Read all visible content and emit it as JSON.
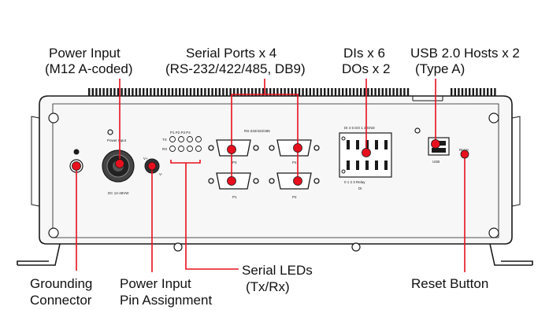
{
  "callouts": {
    "power_input": [
      "Power Input",
      "(M12 A-coded)"
    ],
    "serial_ports": [
      "Serial Ports x 4",
      "(RS-232/422/485, DB9)"
    ],
    "dio": [
      "DIs x 6",
      "DOs x 2"
    ],
    "usb": [
      "USB 2.0 Hosts x 2",
      "(Type A)"
    ],
    "grounding": [
      "Grounding",
      "Connector"
    ],
    "power_pins": [
      "Power Input",
      "Pin Assignment"
    ],
    "serial_leds": [
      "Serial LEDs",
      "(Tx/Rx)"
    ],
    "reset": [
      "Reset Button"
    ]
  },
  "panel_labels": {
    "power_input": "Power Input",
    "power_spec": "DC 12-48VW",
    "serial_header": "RS-232/422/485",
    "led_cols": "P1 P2 P3 P4",
    "led_tx": "TX",
    "led_rx": "RX",
    "port_p1": "P1",
    "port_p2": "P2",
    "port_p3": "P3",
    "port_p4": "P4",
    "dio_top": "DI 4 5 DO 1 2 GND",
    "dio_bottom": "0 1 2 3 Relay",
    "dio_di": "DI",
    "usb_symbol": "USB",
    "reset": "Reset",
    "pin_v_plus": "V+",
    "pin_v_minus": "V-"
  },
  "colors": {
    "marker": "#e8101e",
    "leader": "#e8101e",
    "outline": "#1a1a1a"
  }
}
